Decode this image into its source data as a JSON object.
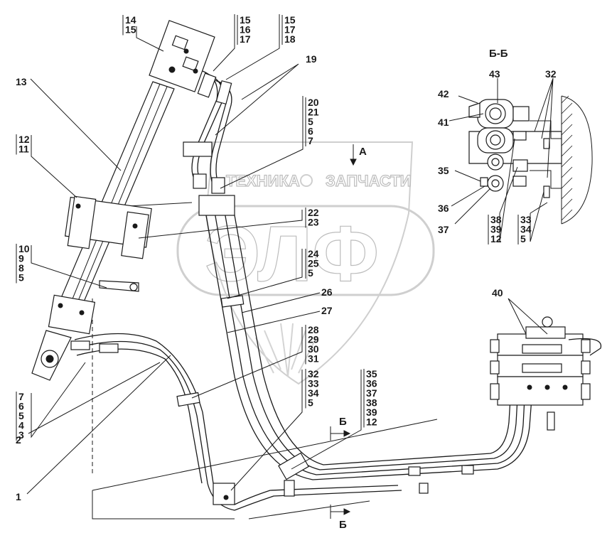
{
  "watermark": {
    "line1_left": "ТЕХНИКА",
    "line1_right": "ЗАПЧАСТИ",
    "letters": "ЭЛФ"
  },
  "section_title": "Б-Б",
  "view_label": "А",
  "cut_labels": [
    "Б",
    "Б"
  ],
  "label_groups": [
    {
      "id": "g-14-15",
      "items": [
        "14",
        "15"
      ]
    },
    {
      "id": "g-15-16-17",
      "items": [
        "15",
        "16",
        "17"
      ]
    },
    {
      "id": "g-15-17-18",
      "items": [
        "15",
        "17",
        "18"
      ]
    },
    {
      "id": "g-19",
      "items": [
        "19"
      ]
    },
    {
      "id": "g-13",
      "items": [
        "13"
      ]
    },
    {
      "id": "g-12-11",
      "items": [
        "12",
        "11"
      ]
    },
    {
      "id": "g-10-9-8-5",
      "items": [
        "10",
        "9",
        "8",
        "5"
      ]
    },
    {
      "id": "g-20-21-5-6-7",
      "items": [
        "20",
        "21",
        "5",
        "6",
        "7"
      ]
    },
    {
      "id": "g-22-23",
      "items": [
        "22",
        "23"
      ]
    },
    {
      "id": "g-24-25-5",
      "items": [
        "24",
        "25",
        "5"
      ]
    },
    {
      "id": "g-26",
      "items": [
        "26"
      ]
    },
    {
      "id": "g-27",
      "items": [
        "27"
      ]
    },
    {
      "id": "g-28-31",
      "items": [
        "28",
        "29",
        "30",
        "31"
      ]
    },
    {
      "id": "g-32-5",
      "items": [
        "32",
        "33",
        "34",
        "5"
      ]
    },
    {
      "id": "g-35-12",
      "items": [
        "35",
        "36",
        "37",
        "38",
        "39",
        "12"
      ]
    },
    {
      "id": "g-7-3",
      "items": [
        "7",
        "6",
        "5",
        "4",
        "3"
      ]
    },
    {
      "id": "g-2",
      "items": [
        "2"
      ]
    },
    {
      "id": "g-1",
      "items": [
        "1"
      ]
    },
    {
      "id": "g-40",
      "items": [
        "40"
      ]
    },
    {
      "id": "g-43",
      "items": [
        "43"
      ]
    },
    {
      "id": "g-42",
      "items": [
        "42"
      ]
    },
    {
      "id": "g-41",
      "items": [
        "41"
      ]
    },
    {
      "id": "g-32b",
      "items": [
        "32"
      ]
    },
    {
      "id": "g-35b",
      "items": [
        "35"
      ]
    },
    {
      "id": "g-36b",
      "items": [
        "36"
      ]
    },
    {
      "id": "g-37b",
      "items": [
        "37"
      ]
    },
    {
      "id": "g-38-12b",
      "items": [
        "38",
        "39",
        "12"
      ]
    },
    {
      "id": "g-33-5b",
      "items": [
        "33",
        "34",
        "5"
      ]
    }
  ]
}
